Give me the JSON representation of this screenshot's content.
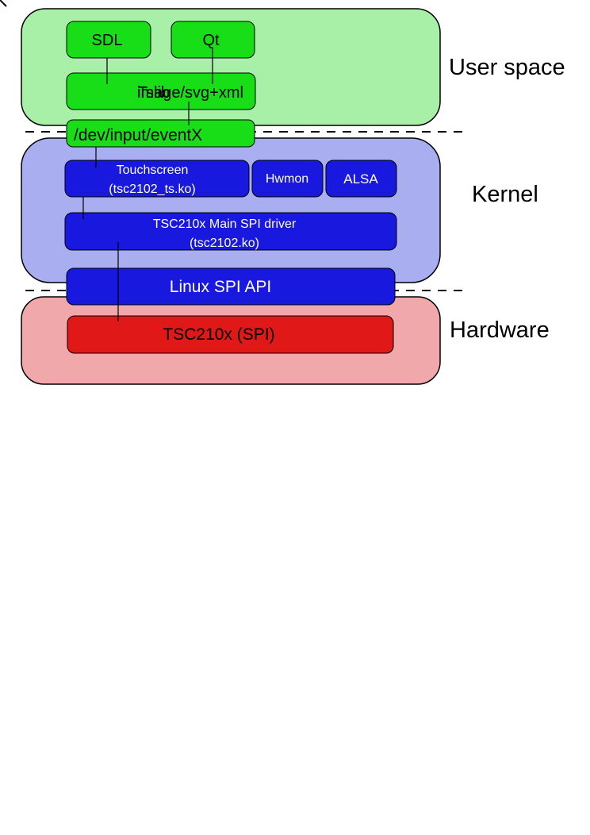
{
  "layers": {
    "user_space": "User space",
    "kernel": "Kernel",
    "hardware": "Hardware"
  },
  "boxes": {
    "sdl": "SDL",
    "qt": "Qt",
    "tslib_a": "Tslib",
    "tslib_b": "image/svg+xml",
    "dev_input": "/dev/input/eventX",
    "touchscreen_line1": "Touchscreen",
    "touchscreen_line2": "(tsc2102_ts.ko)",
    "hwmon": "Hwmon",
    "alsa": "ALSA",
    "main_spi_line1": "TSC210x Main SPI driver",
    "main_spi_line2": "(tsc2102.ko)",
    "linux_spi_api": "Linux SPI API",
    "tsc_spi": "TSC210x (SPI)"
  },
  "colors": {
    "user_space_fill": "#a8f0a8",
    "green_box": "#17de17",
    "kernel_fill": "#a8aef0",
    "blue_box": "#1818de",
    "hardware_fill": "#f0a8aa",
    "red_box": "#e01818"
  }
}
